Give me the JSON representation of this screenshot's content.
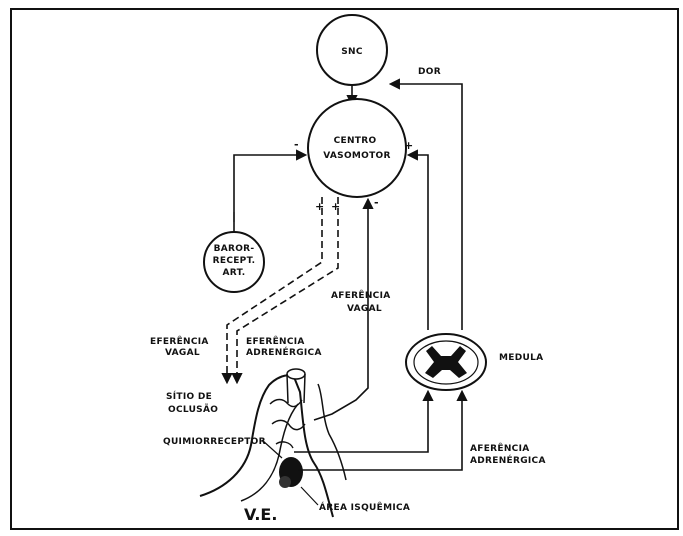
{
  "nodes": {
    "snc": "SNC",
    "centro_line1": "CENTRO",
    "centro_line2": "VASOMOTOR",
    "baro_line1": "BAROR-",
    "baro_line2": "RECEPT.",
    "baro_line3": "ART.",
    "medula": "MEDULA"
  },
  "labels": {
    "dor": "DOR",
    "aferencia_vagal_1": "AFERÊNCIA",
    "aferencia_vagal_2": "VAGAL",
    "eferencia_vagal_1": "EFERÊNCIA",
    "eferencia_vagal_2": "VAGAL",
    "eferencia_adren_1": "EFERÊNCIA",
    "eferencia_adren_2": "ADRENÉRGICA",
    "sitio_1": "SÍTIO DE",
    "sitio_2": "OCLUSÃO",
    "quimio": "QUIMIORRECEPTOR",
    "aferencia_adren_1": "AFERÊNCIA",
    "aferencia_adren_2": "ADRENÉRGICA",
    "ve": "V.E.",
    "area": "ÁREA ISQUÊMICA"
  },
  "signs": {
    "baro_input": "-",
    "vagal_input": "-",
    "medula_input": "+",
    "efferent_vagal": "+",
    "efferent_adren": "+"
  }
}
